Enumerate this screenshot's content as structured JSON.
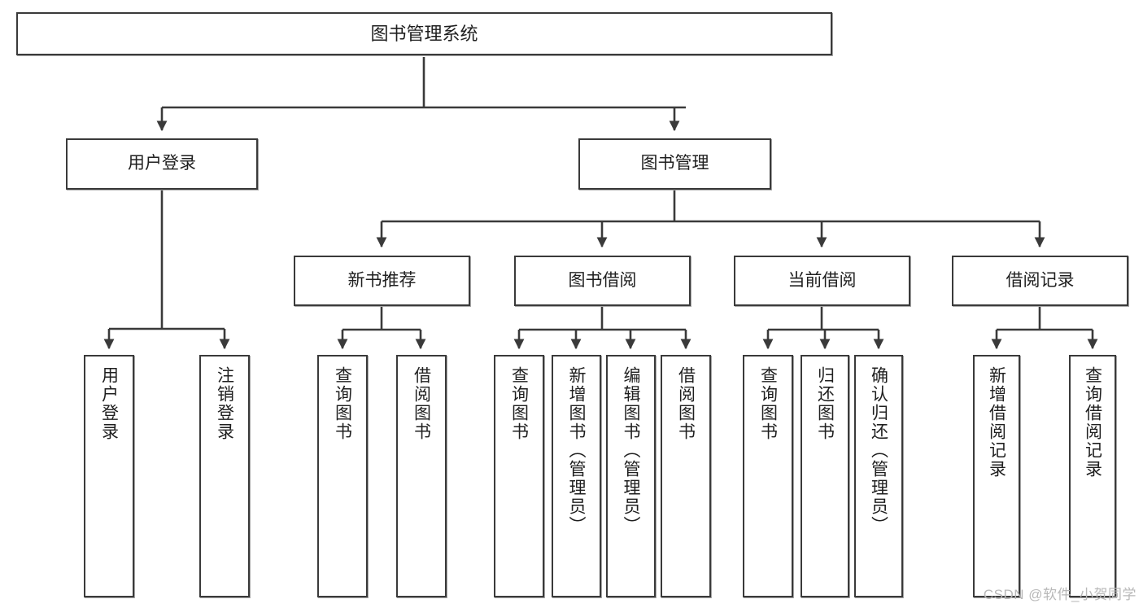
{
  "diagram": {
    "title": "图书管理系统",
    "type": "hierarchy-tree",
    "watermark": "CSDN @软件_小贺同学",
    "colors": {
      "box_border": "#3a3a3a",
      "box_fill": "#ffffff",
      "connector": "#3a3a3a",
      "text": "#1f1f1f",
      "watermark": "#b8b8b8"
    },
    "root": {
      "label": "图书管理系统"
    },
    "level2": [
      {
        "label": "用户登录"
      },
      {
        "label": "图书管理"
      }
    ],
    "level3": [
      {
        "label": "新书推荐"
      },
      {
        "label": "图书借阅"
      },
      {
        "label": "当前借阅"
      },
      {
        "label": "借阅记录"
      }
    ],
    "leaves": {
      "user_login": [
        {
          "label": "用户登录"
        },
        {
          "label": "注销登录"
        }
      ],
      "new_book": [
        {
          "label": "查询图书"
        },
        {
          "label": "借阅图书"
        }
      ],
      "book_borrow": [
        {
          "label": "查询图书"
        },
        {
          "label": "新增图书（管理员）"
        },
        {
          "label": "编辑图书（管理员）"
        },
        {
          "label": "借阅图书"
        }
      ],
      "current_borrow": [
        {
          "label": "查询图书"
        },
        {
          "label": "归还图书"
        },
        {
          "label": "确认归还（管理员）"
        }
      ],
      "borrow_record": [
        {
          "label": "新增借阅记录"
        },
        {
          "label": "查询借阅记录"
        }
      ]
    }
  }
}
